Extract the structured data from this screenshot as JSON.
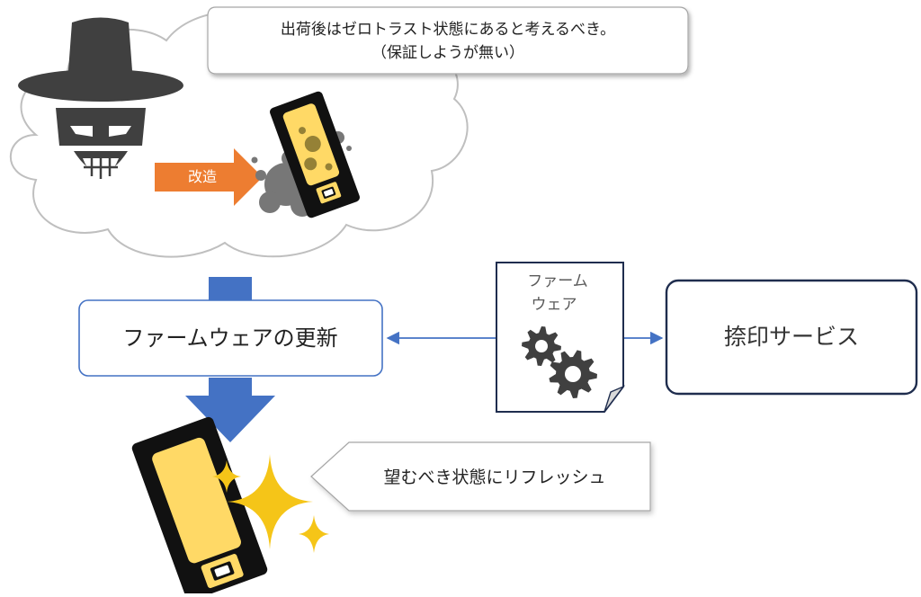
{
  "callout_top": {
    "line1": "出荷後はゼロトラスト状態にあると考えるべき。",
    "line2": "（保証しようが無い）"
  },
  "tamper_arrow": {
    "label": "改造"
  },
  "update_box": {
    "label": "ファームウェアの更新"
  },
  "firmware_doc": {
    "line1": "ファーム",
    "line2": "ウェア"
  },
  "sealing_service": {
    "label": "捺印サービス"
  },
  "refresh_callout": {
    "label": "望むべき状態にリフレッシュ"
  },
  "colors": {
    "arrow_orange": "#ed7d31",
    "arrow_blue": "#4472c4",
    "box_border_blue": "#4472c4",
    "navy_border": "#1f2d4e",
    "device_yellow": "#ffd966",
    "device_black": "#111111",
    "sparkle_yellow": "#f5c518",
    "gear_gray": "#404040",
    "cloud_border": "#bfbfbf"
  }
}
